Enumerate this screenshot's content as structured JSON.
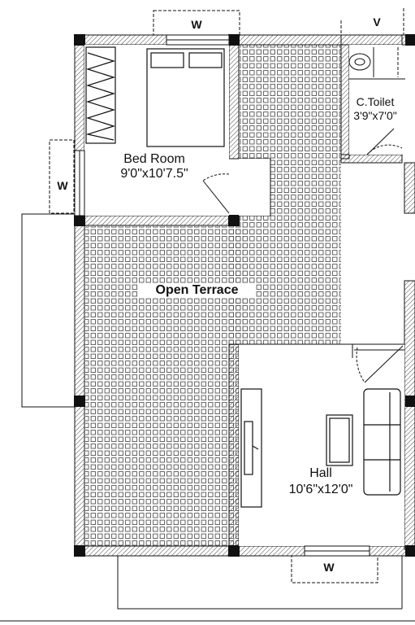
{
  "rooms": {
    "bedroom": {
      "name": "Bed Room",
      "size": "9'0\"x10'7.5\""
    },
    "toilet": {
      "name": "C.Toilet",
      "size": "3'9\"x7'0\""
    },
    "terrace": {
      "name": "Open Terrace"
    },
    "hall": {
      "name": "Hall",
      "size": "10'6\"x12'0\""
    }
  },
  "markers": {
    "window": "W",
    "ventilator": "V"
  },
  "colors": {
    "line": "#111111",
    "hatch": "#333333",
    "tile": "#555555",
    "background": "#ffffff"
  }
}
